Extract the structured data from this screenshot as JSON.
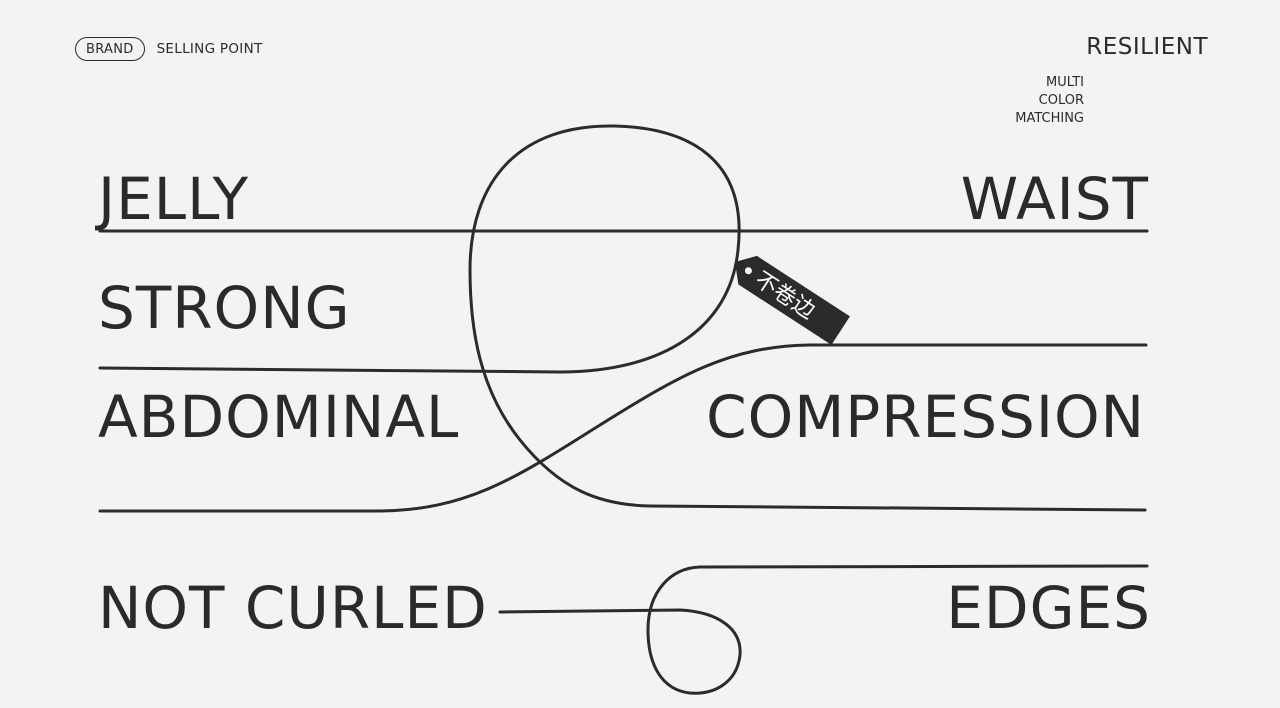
{
  "header": {
    "brand_label": "BRAND",
    "selling_point_label": "SELLING POINT",
    "resilient_label": "RESILIENT",
    "multi_color_lines": [
      "MULTI",
      "COLOR",
      "MATCHING"
    ]
  },
  "words": {
    "jelly": "JELLY",
    "waist": "WAIST",
    "strong": "STRONG",
    "abdominal": "ABDOMINAL",
    "compression": "COMPRESSION",
    "not_curled": "NOT CURLED",
    "edges": "EDGES"
  },
  "tag": {
    "text": "不卷边"
  },
  "colors": {
    "background": "#f4f2f3",
    "ink": "#2b2b2b"
  }
}
